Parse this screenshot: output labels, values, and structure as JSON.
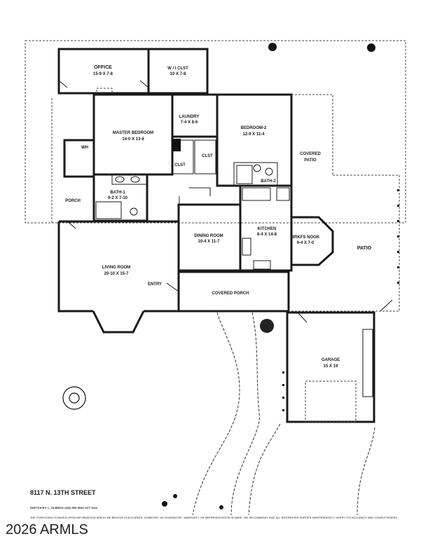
{
  "rooms": {
    "office": {
      "name": "OFFICE",
      "size": "15-9 X 7-8"
    },
    "wi_closet": {
      "name": "W / I CLST",
      "size": "10 X 7-8"
    },
    "laundry": {
      "name": "LAUNDRY",
      "size": "7-4 X 8-6"
    },
    "master_bedroom": {
      "name": "MASTER BEDROOM",
      "size": "14-0 X 13-8"
    },
    "bedroom2": {
      "name": "BEDROOM-2",
      "size": "12-9 X 11-4"
    },
    "covered_patio": {
      "name1": "COVERED",
      "name2": "PATIO"
    },
    "bath1": {
      "name": "BATH-1",
      "size": "9-2 X 7-10"
    },
    "bath2": {
      "name": "BATH-2"
    },
    "porch": {
      "name": "PORCH"
    },
    "clst1": {
      "name": "CLST"
    },
    "clst2": {
      "name": "CLST"
    },
    "wh": {
      "name": "WH"
    },
    "kitchen": {
      "name": "KITCHEN",
      "size": "8-4 X 14-8"
    },
    "brkfs_nook": {
      "name": "BRKFS NOOK",
      "size": "9-4 X 7-0"
    },
    "dining_room": {
      "name": "DINING ROOM",
      "size": "10-4 X 11-7"
    },
    "living_room": {
      "name": "LIVING ROOM",
      "size": "20-10 X 15-7"
    },
    "entry": {
      "name": "ENTRY"
    },
    "covered_porch": {
      "name": "COVERED PORCH"
    },
    "patio": {
      "name": "PATIO"
    },
    "garage": {
      "name": "GARAGE",
      "size": "15 X 19"
    }
  },
  "address": "8117 N. 13TH STREET",
  "sketch_credit": "SKETCH BY:  L. OLBRICK  (602) 909-9940  OCT 2012",
  "disclaimer": "THE FOREGOING IS BASED UPON INFORMATION WHICH WE BELIEVE IS ACCURATE, HOWEVER, NO GUARANTEE, WARRANTY OR REPRESENTATION IS MADE. WE RECOMMEND THAT ALL INTERESTED PARTIES INDEPENDENTLY VERIFY ITS ACCURACY AND COMPLETENESS.",
  "watermark": "2026 ARMLS"
}
